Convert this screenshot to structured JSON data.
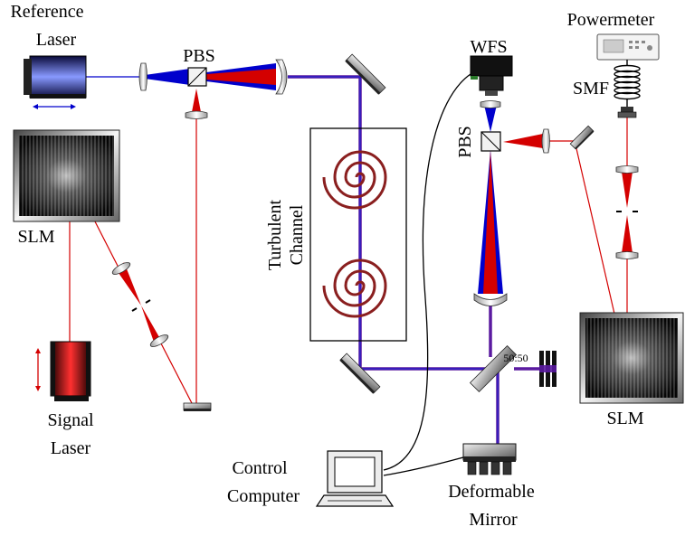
{
  "labels": {
    "reference_laser_line1": "Reference",
    "reference_laser_line2": "Laser",
    "pbs_left": "PBS",
    "pbs_right": "PBS",
    "wfs": "WFS",
    "powermeter": "Powermeter",
    "smf": "SMF",
    "slm_left": "SLM",
    "slm_right": "SLM",
    "signal_laser_line1": "Signal",
    "signal_laser_line2": "Laser",
    "turbulent_line1": "Turbulent",
    "turbulent_line2": "Channel",
    "splitter_ratio": "50:50",
    "control_line1": "Control",
    "control_line2": "Computer",
    "deformable_line1": "Deformable",
    "deformable_line2": "Mirror"
  },
  "colors": {
    "red_beam": "#d40000",
    "blue_beam": "#0000cc",
    "combined_beam": "#5a1aa0",
    "spiral": "#8a1f1f",
    "optic_gray": "#7c7c7c"
  }
}
